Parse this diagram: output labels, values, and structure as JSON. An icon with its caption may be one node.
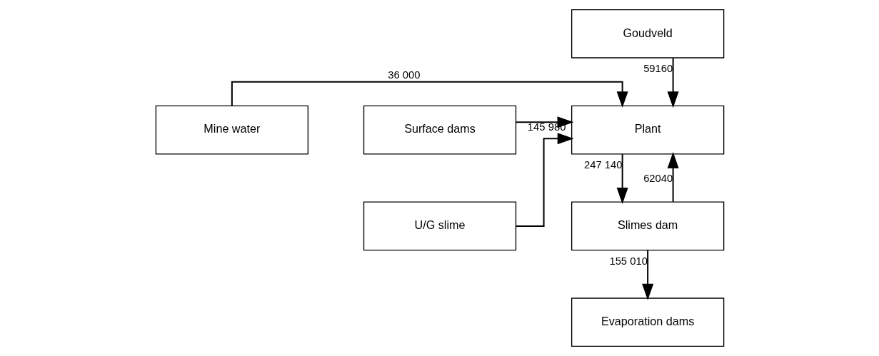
{
  "diagram": {
    "nodes": [
      {
        "text": [
          "Goudveld"
        ]
      },
      {
        "text": [
          "Mine water"
        ]
      },
      {
        "text": [
          "Plant"
        ]
      },
      {
        "text": [
          "Surface dams"
        ]
      },
      {
        "text": [
          "U/G slime"
        ]
      },
      {
        "text": [
          "Slimes dam"
        ]
      },
      {
        "text": [
          "Evaporation dams"
        ]
      }
    ],
    "edges": [
      {
        "from": 0,
        "to": 2,
        "arrow": "to",
        "label": "59160"
      },
      {
        "from": 1,
        "to": 2,
        "arrow": "to",
        "label": "36 000"
      },
      {
        "from": 4,
        "to": 2,
        "arrow": "to"
      },
      {
        "from": 3,
        "to": 2,
        "arrow": "to",
        "label": "145 980"
      },
      {
        "from": 2,
        "to": 5,
        "arrow": "to",
        "label": "247 140"
      },
      {
        "from": 5,
        "to": 2,
        "arrow": "to",
        "label": "62040"
      },
      {
        "from": 5,
        "to": 6,
        "arrow": "to",
        "label": "155 010"
      }
    ]
  }
}
